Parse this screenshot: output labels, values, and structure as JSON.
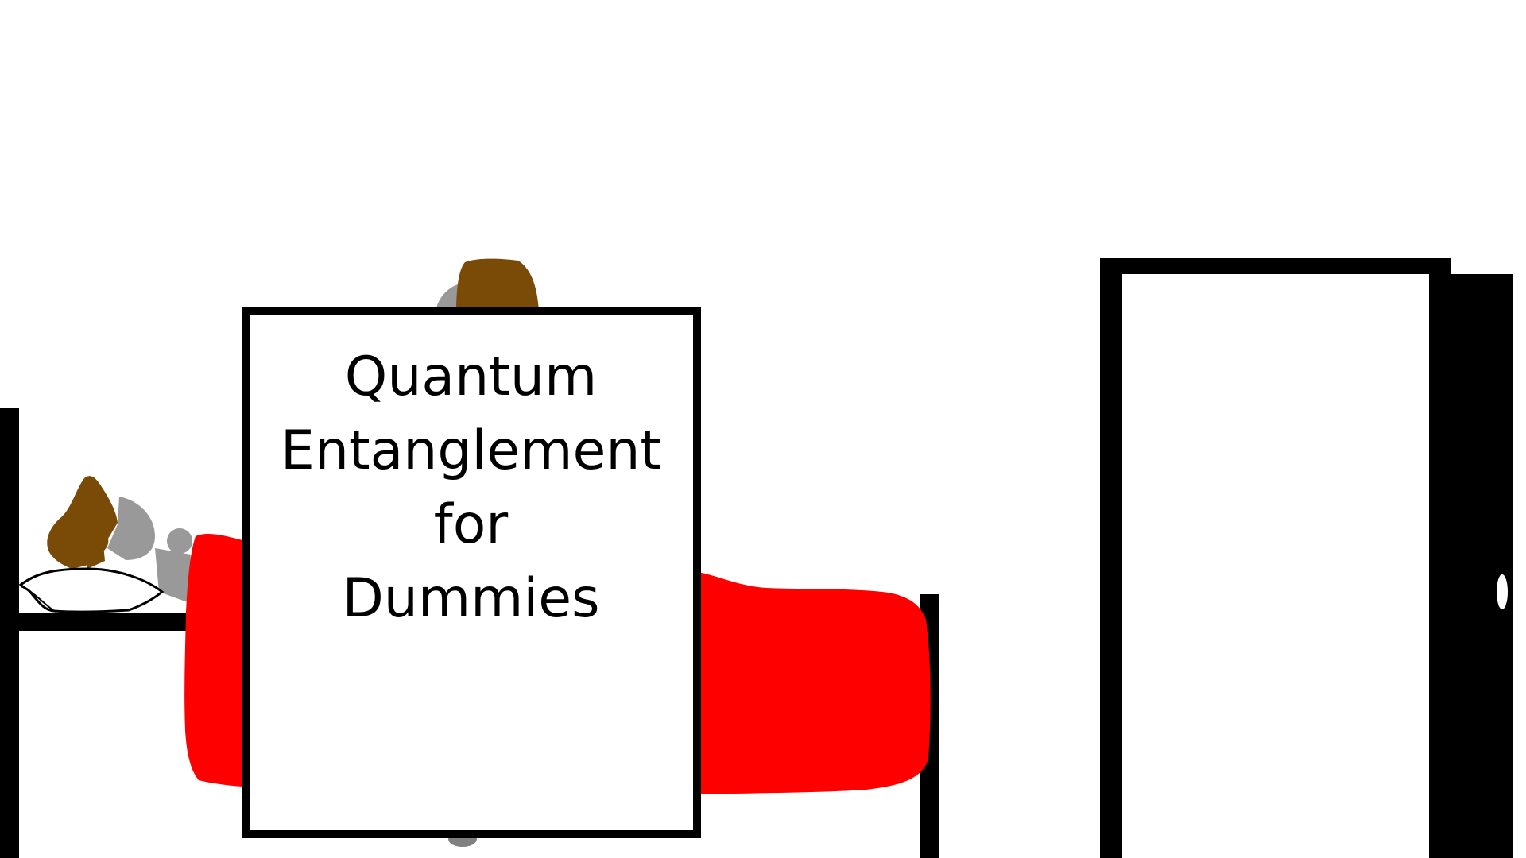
{
  "book": {
    "title_lines": [
      "Quantum",
      "Entanglement",
      "for",
      "Dummies"
    ]
  },
  "colors": {
    "background": "#ffffff",
    "outline": "#000000",
    "blanket": "#ff0000",
    "hair": "#7a4a07",
    "skin": "#999999",
    "pillow": "#ffffff"
  },
  "icons": {
    "bed": "bed-icon",
    "pillow": "pillow-icon",
    "sleeping_person": "sleeping-person-icon",
    "reading_person": "reading-person-icon",
    "book": "book-icon",
    "door": "door-icon",
    "door_knob": "door-knob-icon"
  }
}
